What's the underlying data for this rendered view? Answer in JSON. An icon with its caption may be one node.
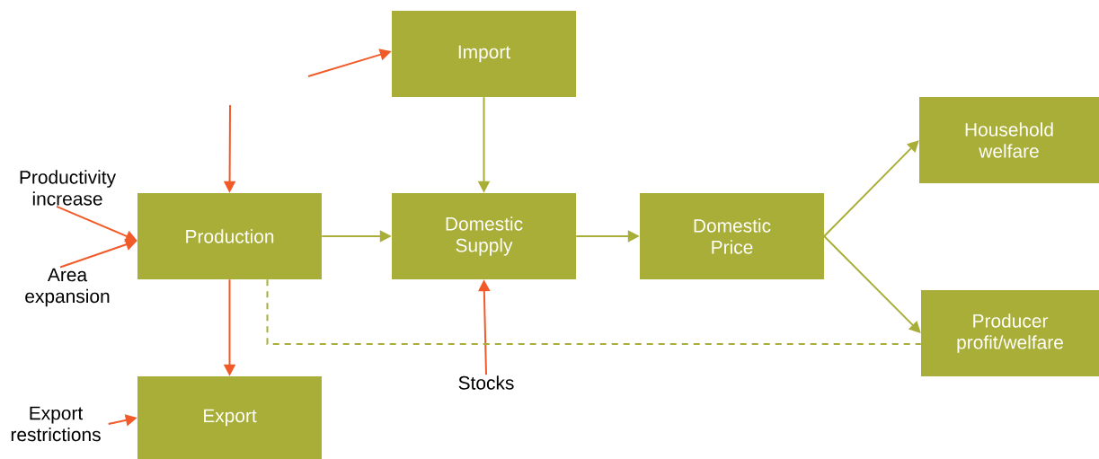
{
  "diagram": {
    "nodes": [
      {
        "text": [
          "Import"
        ]
      },
      {
        "text": [
          "Productivity increase"
        ]
      },
      {
        "text": [
          "Production"
        ]
      },
      {
        "text": [
          "Domestic Supply"
        ]
      },
      {
        "text": [
          "Domestic Price"
        ]
      },
      {
        "text": [
          "Household welfare"
        ]
      },
      {
        "text": [
          "Area expansion"
        ]
      },
      {
        "text": [
          "Producer profit/welfare"
        ]
      },
      {
        "text": [
          "Stocks"
        ]
      },
      {
        "text": [
          "Export restrictions"
        ]
      },
      {
        "text": [
          "Export"
        ]
      }
    ],
    "edges": [
      {
        "from": null,
        "to": 0,
        "arrow": "to"
      },
      {
        "from": null,
        "to": 2,
        "arrow": "to"
      },
      {
        "from": 1,
        "to": 2,
        "arrow": "to"
      },
      {
        "from": 6,
        "to": 2,
        "arrow": "to"
      },
      {
        "from": 2,
        "to": 3,
        "arrow": "to",
        "color": "#a8ae37"
      },
      {
        "from": 0,
        "to": 3,
        "arrow": "to",
        "color": "#a8ae37"
      },
      {
        "from": 3,
        "to": 4,
        "arrow": "to",
        "color": "#a8ae37"
      },
      {
        "from": 4,
        "to": 5,
        "arrow": "to",
        "color": "#a8ae37"
      },
      {
        "from": 4,
        "to": 7,
        "arrow": "to",
        "color": "#a8ae37"
      },
      {
        "from": 8,
        "to": 3,
        "arrow": "to"
      },
      {
        "from": 2,
        "to": 10,
        "arrow": "to"
      },
      {
        "from": 9,
        "to": 10,
        "arrow": "to"
      },
      {
        "from": 2,
        "to": 7,
        "arrow": "none",
        "style": "dashed",
        "color": "#a8ae37"
      }
    ]
  }
}
